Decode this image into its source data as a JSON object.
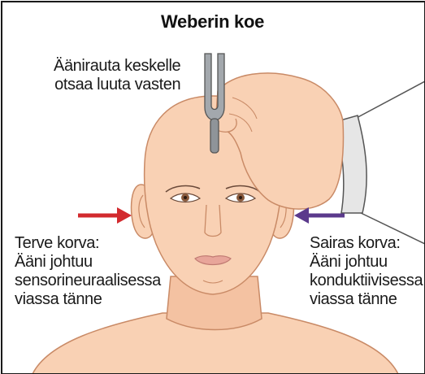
{
  "title": "Weberin koe",
  "fork_label": {
    "line1": "Äänirauta keskelle",
    "line2": "otsaa luuta vasten"
  },
  "left_ear": {
    "line1": "Terve korva:",
    "line2": "Ääni johtuu",
    "line3": "sensorineuraalisessa",
    "line4": "viassa tänne",
    "arrow_color": "#d22a2e"
  },
  "right_ear": {
    "line1": "Sairas korva:",
    "line2": "Ääni johtuu",
    "line3": "konduktiivisessa",
    "line4": "viassa tänne",
    "arrow_color": "#5b3a8c"
  },
  "colors": {
    "skin": "#f9d1b4",
    "skin_outline": "#c98a66",
    "fork": "#a3a8ad",
    "sleeve": "#ffffff"
  }
}
